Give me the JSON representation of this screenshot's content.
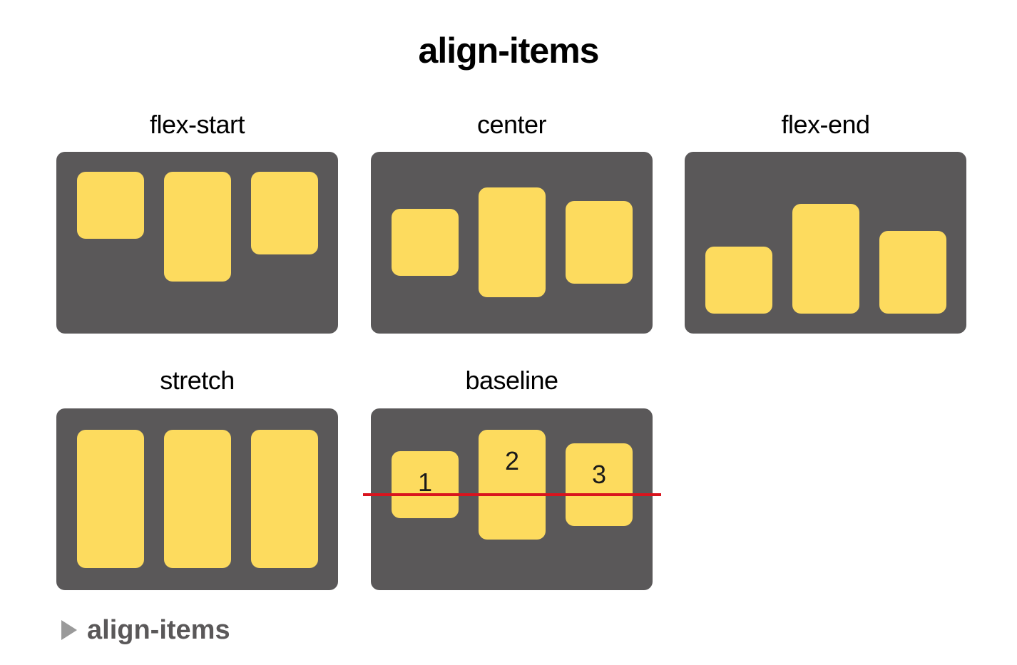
{
  "title": "align-items",
  "labels": {
    "flex_start": "flex-start",
    "center": "center",
    "flex_end": "flex-end",
    "stretch": "stretch",
    "baseline": "baseline"
  },
  "baseline_numbers": [
    "1",
    "2",
    "3"
  ],
  "caption": "align-items",
  "colors": {
    "panel": "#5a5859",
    "box": "#fddb5e",
    "baseline_line": "#d9141e",
    "caption_arrow": "#9a9a9a"
  }
}
